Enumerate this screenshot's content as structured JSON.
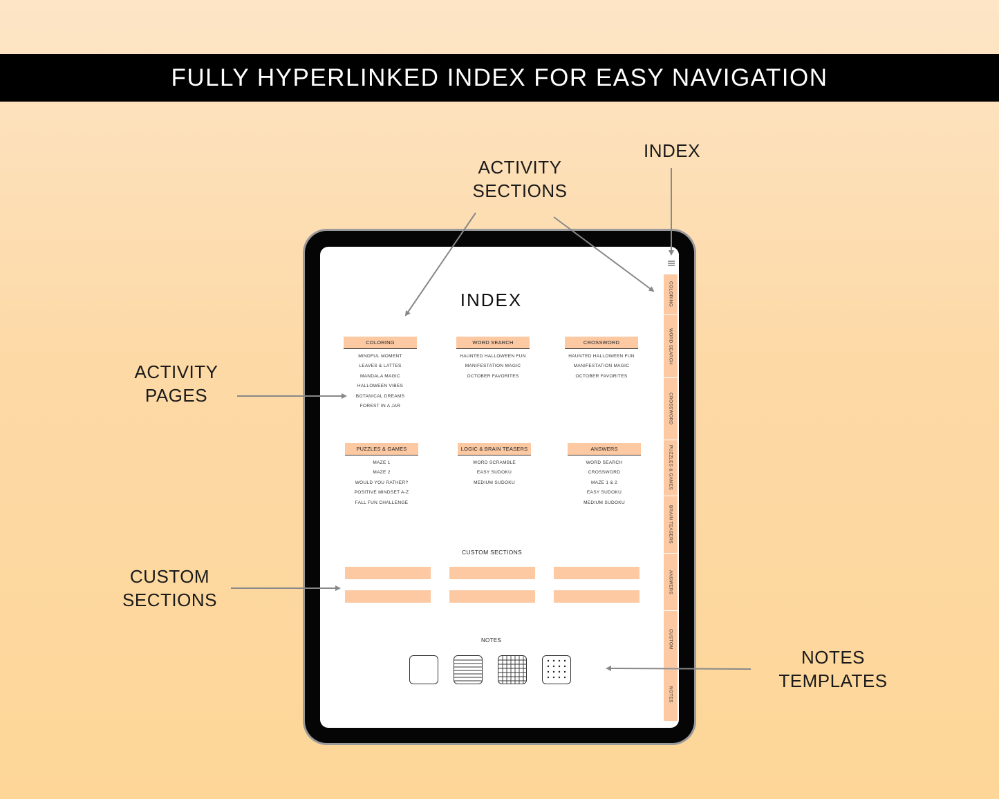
{
  "banner": {
    "title": "FULLY HYPERLINKED INDEX FOR EASY NAVIGATION"
  },
  "callouts": {
    "index": [
      "INDEX"
    ],
    "activity_sections": [
      "ACTIVITY",
      "SECTIONS"
    ],
    "activity_pages": [
      "ACTIVITY",
      "PAGES"
    ],
    "custom_sections": [
      "CUSTOM",
      "SECTIONS"
    ],
    "notes_templates": [
      "NOTES",
      "TEMPLATES"
    ]
  },
  "page": {
    "title": "INDEX",
    "sections": [
      {
        "title": "COLORING",
        "items": [
          "MINDFUL MOMENT",
          "LEAVES & LATTES",
          "MANDALA MAGIC",
          "HALLOWEEN VIBES",
          "BOTANICAL DREAMS",
          "FOREST IN A JAR"
        ]
      },
      {
        "title": "WORD SEARCH",
        "items": [
          "HAUNTED HALLOWEEN FUN",
          "MANIFESTATION MAGIC",
          "OCTOBER FAVORITES"
        ]
      },
      {
        "title": "CROSSWORD",
        "items": [
          "HAUNTED HALLOWEEN FUN",
          "MANIFESTATION MAGIC",
          "OCTOBER FAVORITES"
        ]
      },
      {
        "title": "PUZZLES & GAMES",
        "items": [
          "MAZE 1",
          "MAZE 2",
          "WOULD YOU RATHER?",
          "POSITIVE MINDSET A-Z",
          "FALL FUN CHALLENGE"
        ]
      },
      {
        "title": "LOGIC & BRAIN TEASERS",
        "items": [
          "WORD SCRAMBLE",
          "EASY SUDOKU",
          "MEDIUM SUDOKU"
        ]
      },
      {
        "title": "ANSWERS",
        "items": [
          "WORD SEARCH",
          "CROSSWORD",
          "MAZE 1 & 2",
          "EASY SUDOKU",
          "MEDIUM SUDOKU"
        ]
      }
    ],
    "custom_title": "CUSTOM SECTIONS",
    "notes_title": "NOTES",
    "note_templates": [
      "blank-template-icon",
      "lined-template-icon",
      "grid-template-icon",
      "dotted-template-icon"
    ]
  },
  "tabs": [
    "COLORING",
    "WORD SEARCH",
    "CROSSWORD",
    "PUZZLES & GAMES",
    "BRAIN TEASERS",
    "ANSWERS",
    "CUSTOM",
    "NOTES"
  ],
  "colors": {
    "accent": "#fdc9a3",
    "banner": "#000000",
    "arrow": "#888888"
  }
}
